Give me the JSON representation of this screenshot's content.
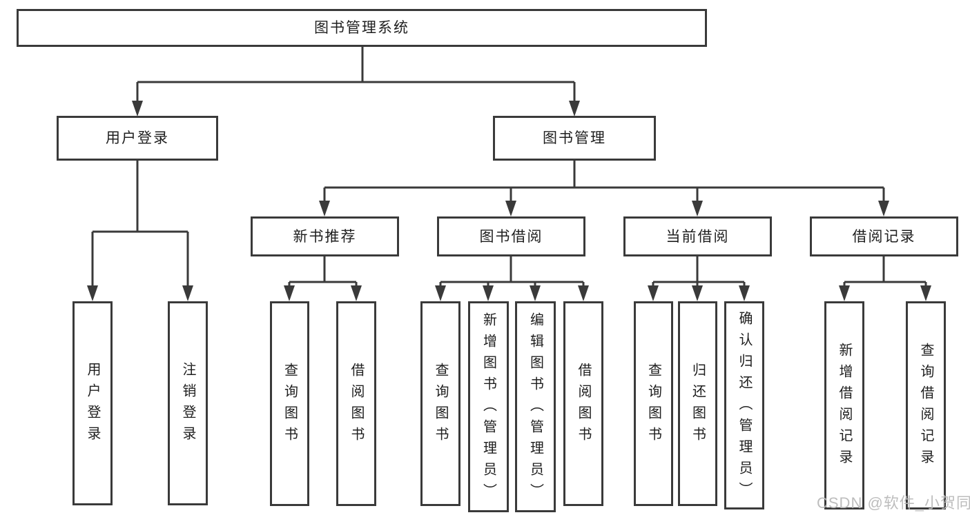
{
  "diagram_title": "图书管理系统",
  "tree": {
    "label": "图书管理系统",
    "children": [
      {
        "label": "用户登录",
        "children": [
          {
            "label": "用户登录"
          },
          {
            "label": "注销登录"
          }
        ]
      },
      {
        "label": "图书管理",
        "children": [
          {
            "label": "新书推荐",
            "children": [
              {
                "label": "查询图书"
              },
              {
                "label": "借阅图书"
              }
            ]
          },
          {
            "label": "图书借阅",
            "children": [
              {
                "label": "查询图书"
              },
              {
                "label": "新增图书（管理员）"
              },
              {
                "label": "编辑图书（管理员）"
              },
              {
                "label": "借阅图书"
              }
            ]
          },
          {
            "label": "当前借阅",
            "children": [
              {
                "label": "查询图书"
              },
              {
                "label": "归还图书"
              },
              {
                "label": "确认归还（管理员）"
              }
            ]
          },
          {
            "label": "借阅记录",
            "children": [
              {
                "label": "新增借阅记录"
              },
              {
                "label": "查询借阅记录"
              }
            ]
          }
        ]
      }
    ]
  },
  "watermark": {
    "text": "CSDN @软件_小贺同学"
  },
  "colors": {
    "line": "#3a3a3a",
    "box_border": "#3a3a3a",
    "box_fill": "#ffffff",
    "text": "#1e1e1e",
    "background": "#ffffff",
    "watermark": "#b9b9b9"
  }
}
